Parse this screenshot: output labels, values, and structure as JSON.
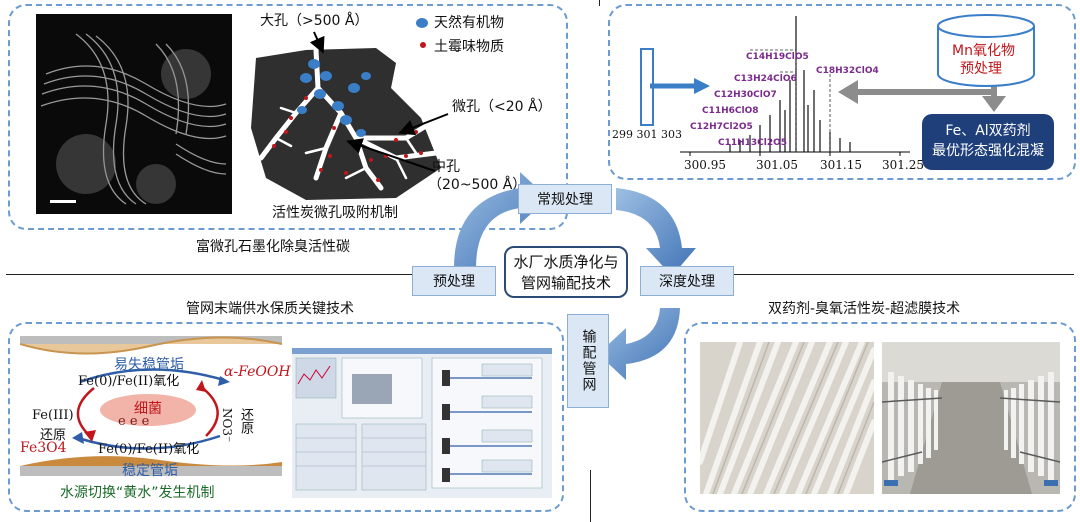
{
  "top_left": {
    "caption": "富微孔石墨化除臭活性碳",
    "mechanism_title": "活性炭微孔吸附机制",
    "macro_pore": "大孔（>500 Å）",
    "micro_pore": "微孔（<20 Å）",
    "meso_pore_line1": "中孔",
    "meso_pore_line2": "（20~500 Å）",
    "legend_nom": "天然有机物",
    "legend_odor": "土霉味物质"
  },
  "top_right": {
    "formulas": [
      "C14H19ClO5",
      "C13H24ClO6",
      "C12H30ClO7",
      "C11H6ClO8",
      "C12H7Cl2O5",
      "C11H13Cl2O5",
      "C18H32ClO4"
    ],
    "axis_ticks": [
      "300.95",
      "301.05",
      "301.15",
      "301.25"
    ],
    "left_ticks": "299 301 303",
    "cylinder_line1": "Mn氧化物",
    "cylinder_line2": "预处理",
    "box_line1": "Fe、Al双药剂",
    "box_line2": "最优形态强化混凝"
  },
  "flow": {
    "center_line1": "水厂水质净化与",
    "center_line2": "管网输配技术",
    "conventional": "常规处理",
    "advanced": "深度处理",
    "pretreatment": "预处理",
    "distribution": "输配管网"
  },
  "bottom_left": {
    "section_title": "管网末端供水保质关键技术",
    "unstable_scale": "易失稳管垢",
    "stable_scale": "稳定管垢",
    "oxidation_top": "Fe(0)/Fe(II)氧化",
    "oxidation_bottom": "Fe(0)/Fe(II)氧化",
    "feooh": "α-FeOOH",
    "fe3o4": "Fe3O4",
    "bacteria": "细菌",
    "electrons": "e  e  e",
    "fe3_reduction_1": "Fe(III)",
    "fe3_reduction_2": "还原",
    "no3_1": "NO3⁻",
    "no3_2": "还原",
    "caption": "水源切换“黄水”发生机制"
  },
  "bottom_right": {
    "section_title": "双药剂-臭氧活性炭-超滤膜技术"
  },
  "colors": {
    "panel_border": "#6b9bd1",
    "navy_box": "#1f3f7a",
    "arrow_blue": "#4f81bd",
    "purple_text": "#7a2a8c",
    "red_text": "#c0161c"
  }
}
